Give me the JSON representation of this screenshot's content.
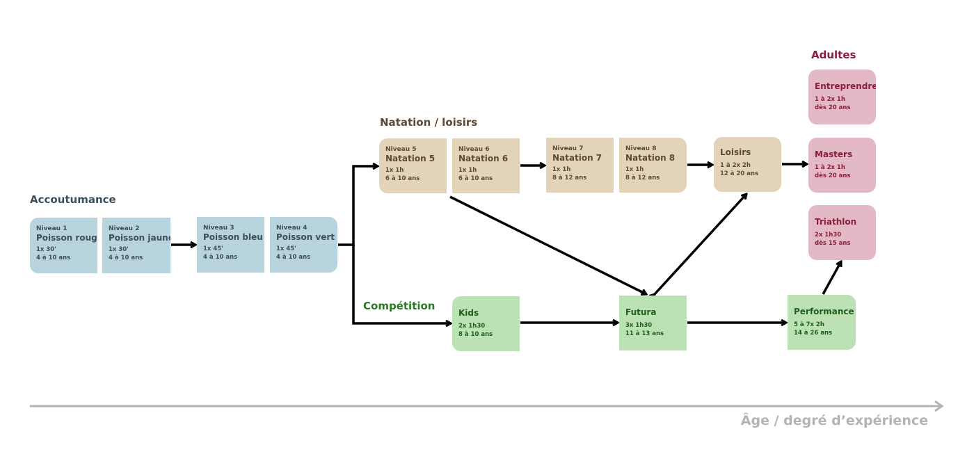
{
  "sections": {
    "accoutumance": "Accoutumance",
    "natation": "Natation / loisirs",
    "competition": "Compétition",
    "adultes": "Adultes"
  },
  "boxes": {
    "n1": {
      "level": "Niveau 1",
      "name": "Poisson rouge",
      "freq": "1x 30'",
      "age": "4 à 10 ans"
    },
    "n2": {
      "level": "Niveau 2",
      "name": "Poisson jaune",
      "freq": "1x 30'",
      "age": "4 à 10 ans"
    },
    "n3": {
      "level": "Niveau 3",
      "name": "Poisson bleu",
      "freq": "1x 45'",
      "age": "4 à 10 ans"
    },
    "n4": {
      "level": "Niveau 4",
      "name": "Poisson vert",
      "freq": "1x 45'",
      "age": "4 à 10 ans"
    },
    "n5": {
      "level": "Niveau 5",
      "name": "Natation 5",
      "freq": "1x 1h",
      "age": "6 à 10 ans"
    },
    "n6": {
      "level": "Niveau 6",
      "name": "Natation 6",
      "freq": "1x 1h",
      "age": "6 à 10 ans"
    },
    "n7": {
      "level": "Niveau 7",
      "name": "Natation 7",
      "freq": "1x 1h",
      "age": "8 à 12 ans"
    },
    "n8": {
      "level": "Niveau 8",
      "name": "Natation 8",
      "freq": "1x 1h",
      "age": "8 à 12 ans"
    },
    "loisirs": {
      "name": "Loisirs",
      "freq": "1 à 2x 2h",
      "age": "12 à 20 ans"
    },
    "entreprendre": {
      "name": "Entreprendre",
      "freq": "1 à 2x 1h",
      "age": "dès 20 ans"
    },
    "masters": {
      "name": "Masters",
      "freq": "1 à 2x 1h",
      "age": "dès 20 ans"
    },
    "triathlon": {
      "name": "Triathlon",
      "freq": "2x 1h30",
      "age": "dès 15 ans"
    },
    "kids": {
      "name": "Kids",
      "freq": "2x 1h30",
      "age": "8 à 10 ans"
    },
    "futura": {
      "name": "Futura",
      "freq": "3x 1h30",
      "age": "11 à 13 ans"
    },
    "performance": {
      "name": "Performance",
      "freq": "5 à 7x 2h",
      "age": "14 à 26 ans"
    }
  },
  "axis": {
    "label": "Âge / degré d’expérience"
  },
  "colors": {
    "accoutumance": "#b6d3de",
    "natation": "#e3d4b9",
    "competition": "#bce1b4",
    "adultes": "#e3b9c6",
    "arrows": "#000000",
    "axis": "#b3b3b3"
  }
}
